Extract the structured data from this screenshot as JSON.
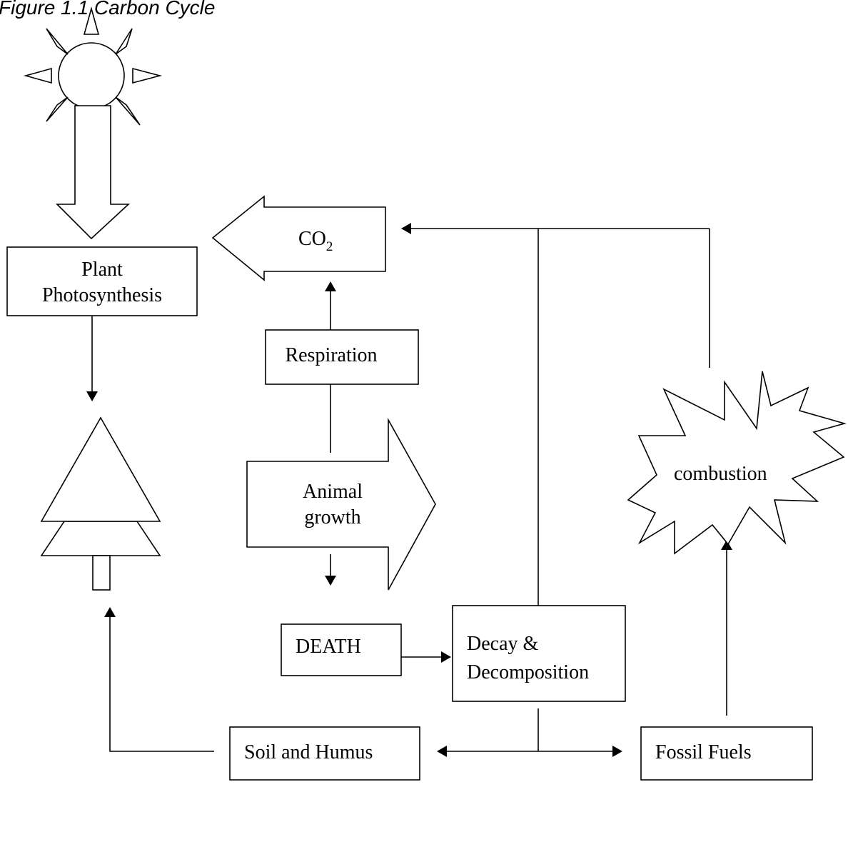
{
  "caption": "Figure 1.1 Carbon Cycle",
  "nodes": {
    "plant_photosynthesis": [
      "Plant",
      "Photosynthesis"
    ],
    "co2": {
      "base": "CO",
      "subscript": "2"
    },
    "respiration": "Respiration",
    "animal_growth": [
      "Animal",
      "growth"
    ],
    "death": "DEATH",
    "decay": [
      "Decay &",
      "Decomposition"
    ],
    "combustion": "combustion",
    "soil": "Soil and Humus",
    "fossil": "Fossil Fuels"
  },
  "icons": {
    "sun": "sun-icon",
    "tree": "tree-icon",
    "explosion": "explosion-icon"
  }
}
